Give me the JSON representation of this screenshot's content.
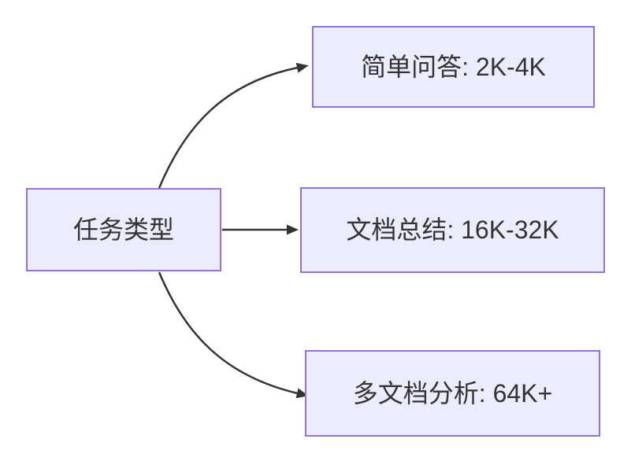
{
  "diagram": {
    "type": "flowchart-left-to-right",
    "root": {
      "label": "任务类型"
    },
    "branches": [
      {
        "label": "简单问答: 2K-4K"
      },
      {
        "label": "文档总结: 16K-32K"
      },
      {
        "label": "多文档分析: 64K+"
      }
    ],
    "colors": {
      "node_fill": "#ECECFF",
      "node_border": "#9370DB",
      "edge_stroke": "#333333",
      "text": "#333333",
      "background": "#FFFFFF"
    }
  }
}
